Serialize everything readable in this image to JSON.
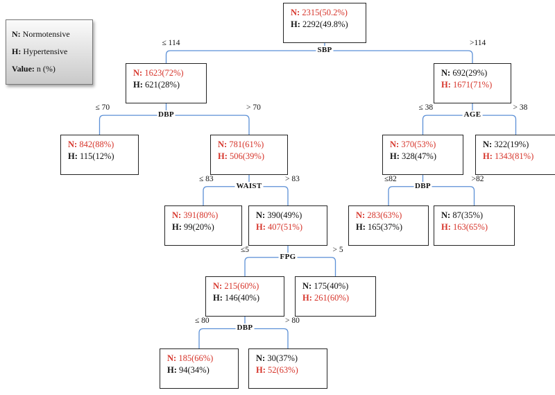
{
  "legend": {
    "n_key": "N:",
    "n_text": "Normotensive",
    "h_key": "H:",
    "h_text": "Hypertensive",
    "v_key": "Value:",
    "v_text": "n (%)"
  },
  "colors": {
    "highlight": "#d6342a",
    "connector": "#5b8fd6",
    "box_border": "#222222"
  },
  "tree": {
    "nodes": [
      {
        "id": "root",
        "n": "2315(50.2%)",
        "h": "2292(49.8%)",
        "majority": "N"
      },
      {
        "id": "sbp_le",
        "n": "1623(72%)",
        "h": "621(28%)",
        "majority": "N"
      },
      {
        "id": "sbp_gt",
        "n": "692(29%)",
        "h": "1671(71%)",
        "majority": "H"
      },
      {
        "id": "dbp_le",
        "n": "842(88%)",
        "h": "115(12%)",
        "majority": "N"
      },
      {
        "id": "dbp_gt",
        "n": "781(61%)",
        "h": "506(39%)",
        "majority": "N",
        "h_highlight": true
      },
      {
        "id": "age_le",
        "n": "370(53%)",
        "h": "328(47%)",
        "majority": "N"
      },
      {
        "id": "age_gt",
        "n": "322(19%)",
        "h": "1343(81%)",
        "majority": "H"
      },
      {
        "id": "w_le",
        "n": "391(80%)",
        "h": "99(20%)",
        "majority": "N"
      },
      {
        "id": "w_gt",
        "n": "390(49%)",
        "h": "407(51%)",
        "majority": "H"
      },
      {
        "id": "d2_le",
        "n": "283(63%)",
        "h": "165(37%)",
        "majority": "N"
      },
      {
        "id": "d2_gt",
        "n": "87(35%)",
        "h": "163(65%)",
        "majority": "H"
      },
      {
        "id": "f_le",
        "n": "215(60%)",
        "h": "146(40%)",
        "majority": "N"
      },
      {
        "id": "f_gt",
        "n": "175(40%)",
        "h": "261(60%)",
        "majority": "H"
      },
      {
        "id": "d3_le",
        "n": "185(66%)",
        "h": "94(34%)",
        "majority": "N"
      },
      {
        "id": "d3_gt",
        "n": "30(37%)",
        "h": "52(63%)",
        "majority": "H"
      }
    ],
    "splits": [
      {
        "parent": "root",
        "variable": "SBP",
        "left": "sbp_le",
        "left_label": "≤ 114",
        "right": "sbp_gt",
        "right_label": ">114"
      },
      {
        "parent": "sbp_le",
        "variable": "DBP",
        "left": "dbp_le",
        "left_label": "≤ 70",
        "right": "dbp_gt",
        "right_label": "> 70"
      },
      {
        "parent": "sbp_gt",
        "variable": "AGE",
        "left": "age_le",
        "left_label": "≤ 38",
        "right": "age_gt",
        "right_label": "> 38"
      },
      {
        "parent": "dbp_gt",
        "variable": "WAIST",
        "left": "w_le",
        "left_label": "≤ 83",
        "right": "w_gt",
        "right_label": "> 83"
      },
      {
        "parent": "age_le",
        "variable": "DBP",
        "left": "d2_le",
        "left_label": "≤82",
        "right": "d2_gt",
        "right_label": ">82"
      },
      {
        "parent": "w_gt",
        "variable": "FPG",
        "left": "f_le",
        "left_label": "≤5",
        "right": "f_gt",
        "right_label": "> 5"
      },
      {
        "parent": "f_le",
        "variable": "DBP",
        "left": "d3_le",
        "left_label": "≤ 80",
        "right": "d3_gt",
        "right_label": "> 80"
      }
    ]
  }
}
